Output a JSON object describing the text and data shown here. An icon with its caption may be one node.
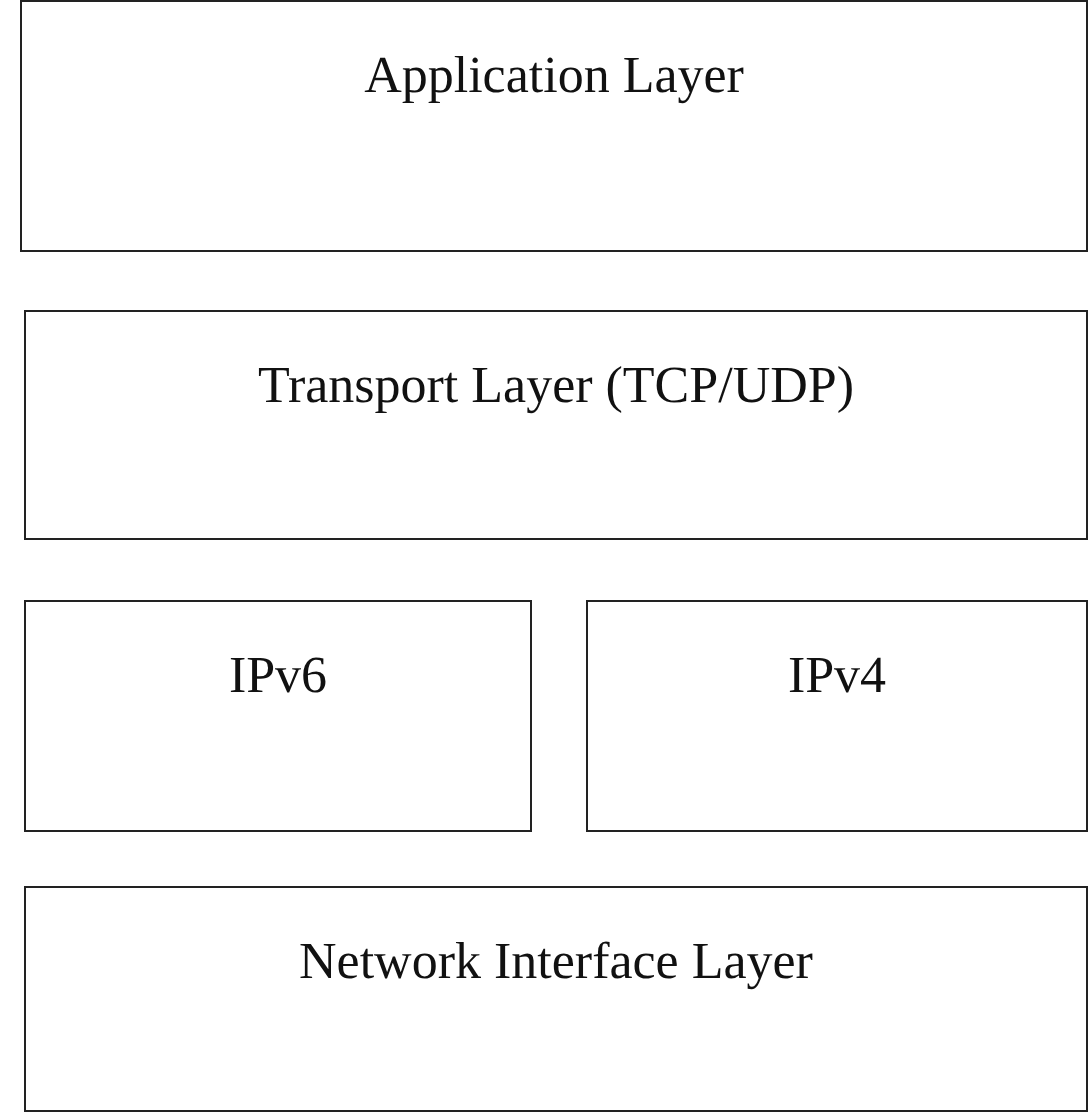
{
  "diagram": {
    "nodes": [
      {
        "text": [
          "Application Layer"
        ]
      },
      {
        "text": [
          "Transport Layer (TCP/UDP)"
        ]
      },
      {
        "text": [
          "IPv6"
        ]
      },
      {
        "text": [
          "IPv4"
        ]
      },
      {
        "text": [
          "Network Interface Layer"
        ]
      }
    ]
  }
}
